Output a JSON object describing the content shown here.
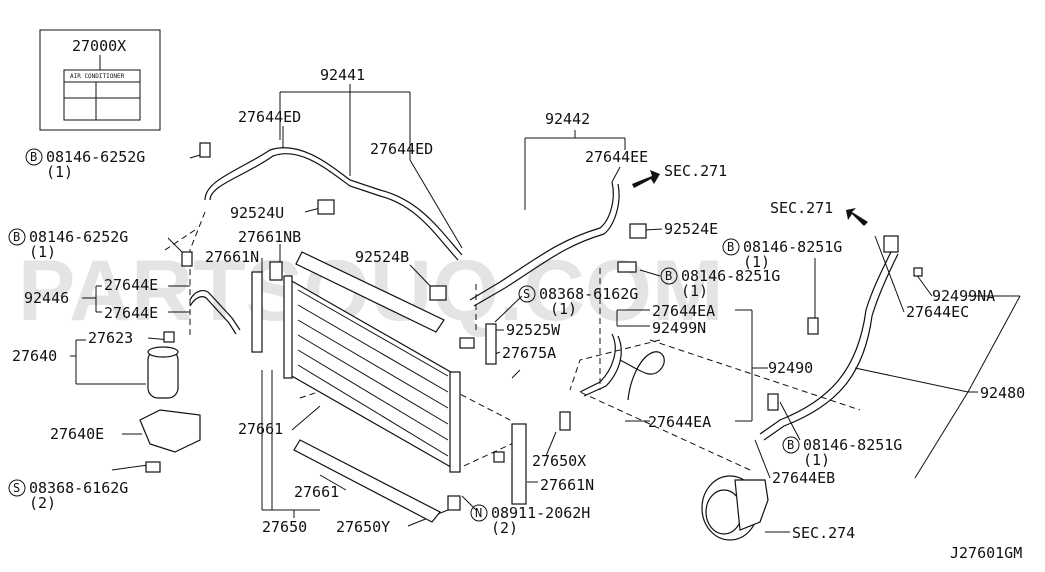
{
  "watermark": "PARTSOUQ.COM",
  "label_box": {
    "number": "27000X",
    "caption": "AIR CONDITIONER"
  },
  "labels": {
    "p92441": "92441",
    "p92442": "92442",
    "p27644ED_a": "27644ED",
    "p27644ED_b": "27644ED",
    "p27644EE": "27644EE",
    "sec271_a": "SEC.271",
    "sec271_b": "SEC.271",
    "p92524U": "92524U",
    "p92524E": "92524E",
    "p92524B": "92524B",
    "p27661NB": "27661NB",
    "p27661N_a": "27661N",
    "p27661N_b": "27661N",
    "b1_num": "08146-6252G",
    "b1_qty": "(1)",
    "b2_num": "08146-6252G",
    "b2_qty": "(1)",
    "b3_num": "08146-8251G",
    "b3_qty": "(1)",
    "b4_num": "08146-8251G",
    "b4_qty": "(1)",
    "b5_num": "08146-8251G",
    "b5_qty": "(1)",
    "s1_num": "08368-6162G",
    "s1_qty": "(1)",
    "s2_num": "08368-6162G",
    "s2_qty": "(2)",
    "n1_num": "08911-2062H",
    "n1_qty": "(2)",
    "p92446": "92446",
    "p27644E_a": "27644E",
    "p27644E_b": "27644E",
    "p27623": "27623",
    "p27640": "27640",
    "p27640E": "27640E",
    "p92525W": "92525W",
    "p27675A": "27675A",
    "p27644EA_a": "27644EA",
    "p27644EA_b": "27644EA",
    "p92499N": "92499N",
    "p92499NA": "92499NA",
    "p27644EC": "27644EC",
    "p92490": "92490",
    "p92480": "92480",
    "p27644EB": "27644EB",
    "p27661_a": "27661",
    "p27661_b": "27661",
    "p27650": "27650",
    "p27650Y": "27650Y",
    "p27650X": "27650X",
    "sec274": "SEC.274",
    "diagram_code": "J27601GM"
  },
  "circled": {
    "B": "B",
    "S": "S",
    "N": "N"
  },
  "colors": {
    "ink": "#111111",
    "watermark": "#cfcfcf",
    "background": "#ffffff"
  }
}
